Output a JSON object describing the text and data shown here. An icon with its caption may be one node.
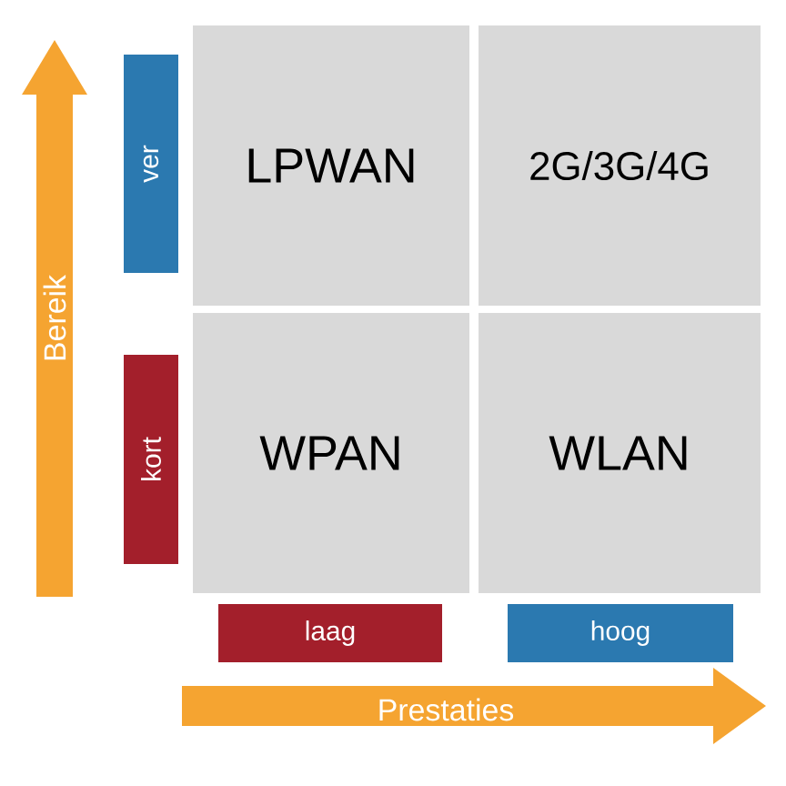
{
  "diagram": {
    "nodes": [
      {
        "text": [
          "ver"
        ]
      },
      {
        "text": [
          "kort"
        ]
      },
      {
        "text": [
          "laag"
        ]
      },
      {
        "text": [
          "hoog"
        ]
      },
      {
        "text": [
          "LPWAN"
        ]
      },
      {
        "text": [
          "2G/3G/4G"
        ]
      },
      {
        "text": [
          "WPAN"
        ]
      },
      {
        "text": [
          "WLAN"
        ]
      }
    ],
    "labels": [
      "Bereik",
      "Prestaties"
    ]
  }
}
